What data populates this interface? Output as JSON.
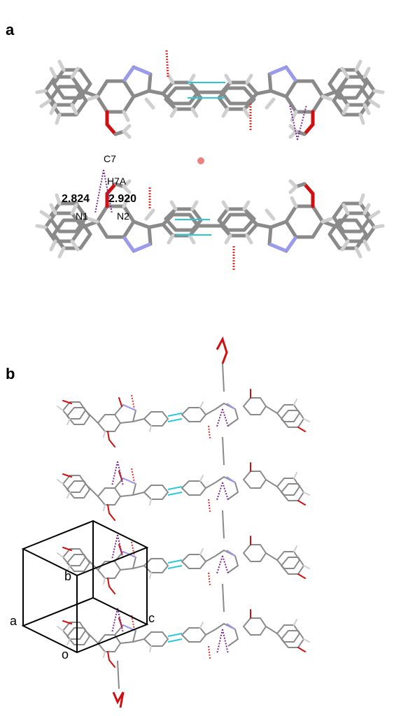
{
  "panels": {
    "a": "a",
    "b": "b"
  },
  "atom_labels": {
    "c7": "C7",
    "h7a": "H7A",
    "n1": "N1",
    "n2": "N2"
  },
  "distances": {
    "d1": "2.824",
    "d2": "2.920"
  },
  "axes": {
    "a": "a",
    "b": "b",
    "c": "c",
    "o": "o"
  },
  "colors": {
    "carbon": "#7f7f7f",
    "hydrogen": "#c8c8c8",
    "nitrogen": "#9b9bee",
    "oxygen": "#d01010",
    "hbond_cyan": "#29c9d6",
    "contact_purple": "#7a2d8e",
    "contact_red": "#e03030",
    "inversion_center": "#ee7f7f"
  }
}
